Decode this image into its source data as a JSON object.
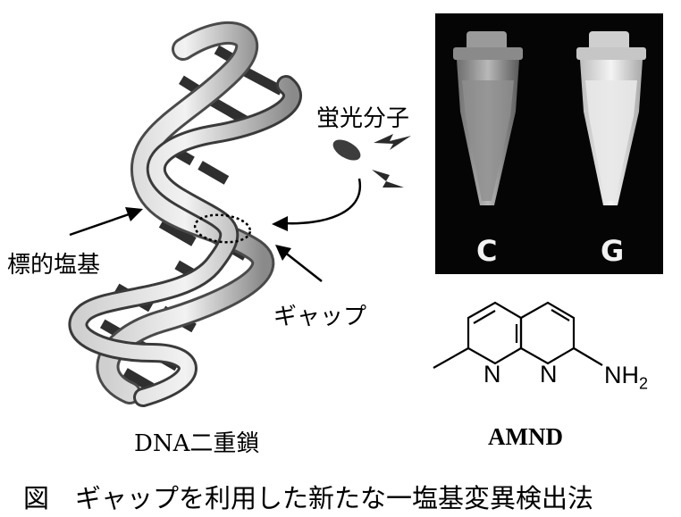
{
  "labels": {
    "fluorescent_molecule": "蛍光分子",
    "target_base": "標的塩基",
    "gap": "ギャップ",
    "dna_duplex": "DNA二重鎖"
  },
  "photo": {
    "tube_left_label": "C",
    "tube_right_label": "G"
  },
  "molecule": {
    "name": "AMND",
    "atom_n1": "N",
    "atom_n2": "N",
    "amine": "NH",
    "amine_subscript": "2"
  },
  "caption": "図　ギャップを利用した新たな一塩基変異検出法",
  "colors": {
    "background": "#ffffff",
    "photo_background": "#050505",
    "tube": "#d9d9d9",
    "text": "#000000"
  }
}
